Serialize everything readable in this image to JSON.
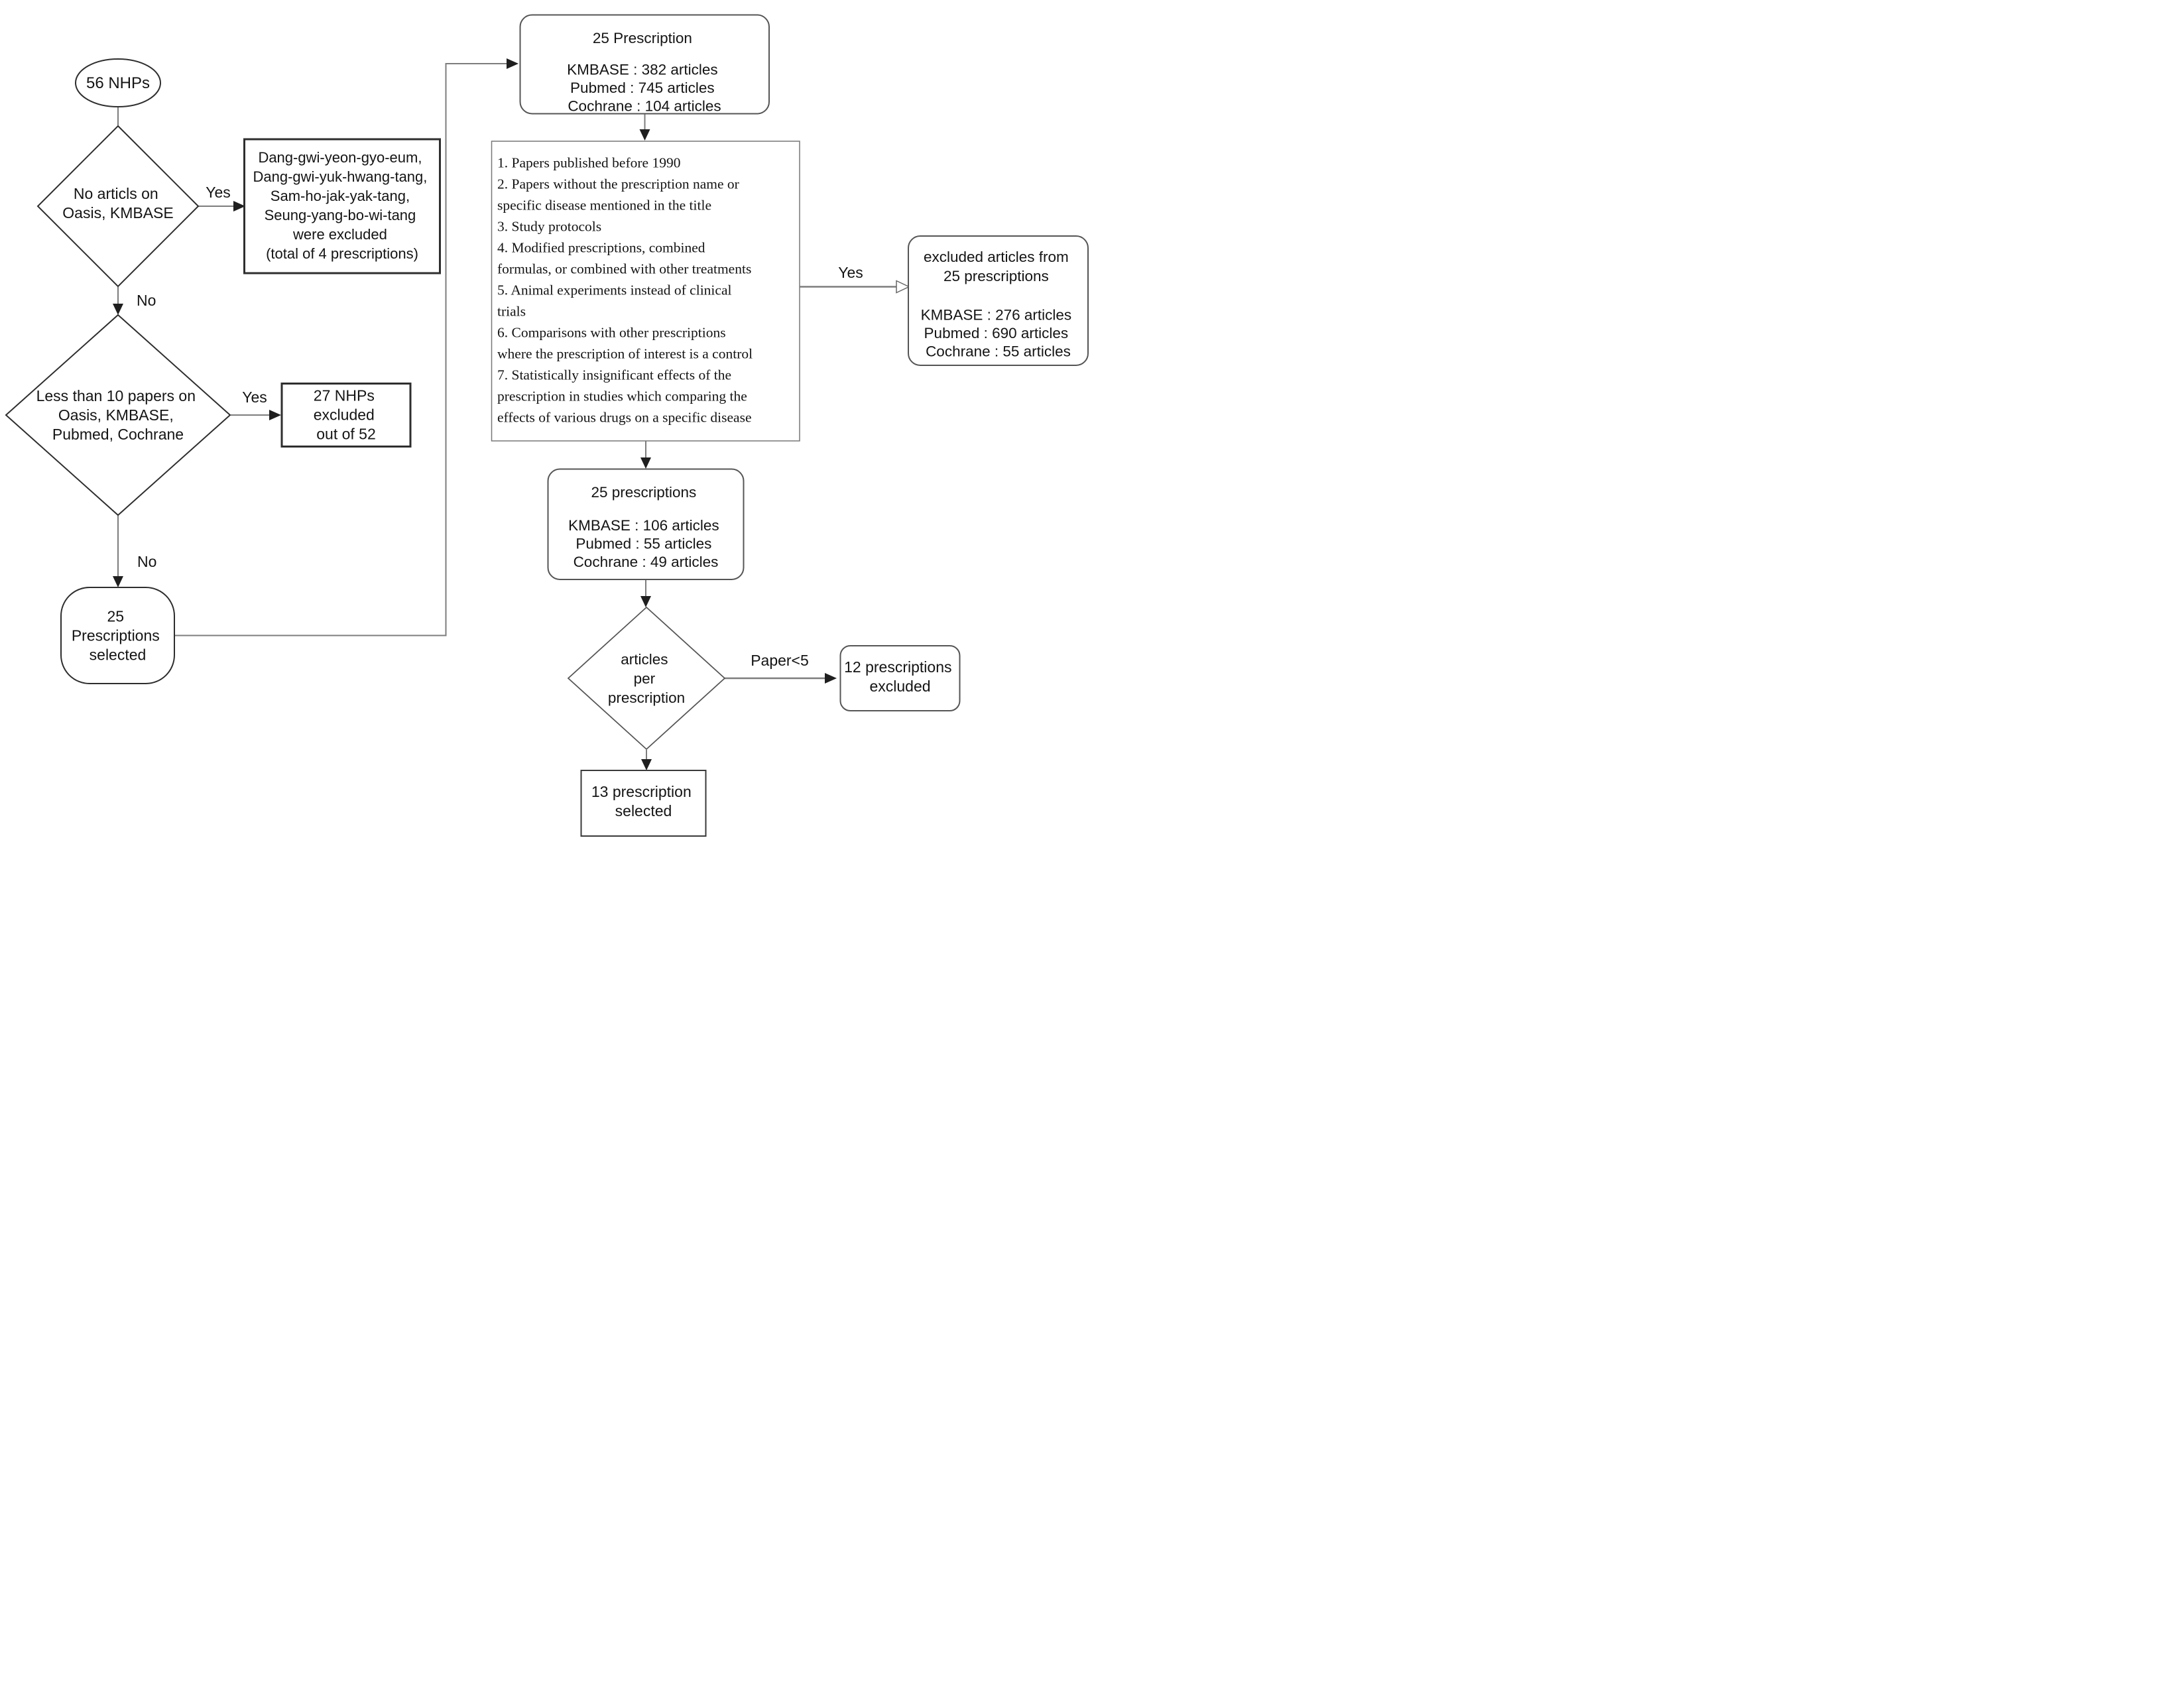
{
  "figure": {
    "type": "flowchart",
    "background": "#ffffff",
    "colors": {
      "shape_border_dark": "#2e2e2e",
      "rounded_border": "#555555",
      "criteria_border": "#777777",
      "connector": "#7d7d7d",
      "arrowhead": "#1f1f1f",
      "text": "#141414"
    }
  },
  "nodes": {
    "start": {
      "shape": "ellipse",
      "label": "56 NHPs"
    },
    "d1": {
      "shape": "diamond",
      "lines": [
        "No articls on",
        "Oasis, KMBASE"
      ]
    },
    "dang": {
      "shape": "rect",
      "lines": [
        "Dang-gwi-yeon-gyo-eum,",
        "Dang-gwi-yuk-hwang-tang,",
        "Sam-ho-jak-yak-tang,",
        "Seung-yang-bo-wi-tang",
        "were excluded",
        "(total of 4 prescriptions)"
      ]
    },
    "d2": {
      "shape": "diamond",
      "lines": [
        "Less than 10 papers on",
        "Oasis, KMBASE,",
        "Pubmed, Cochrane"
      ]
    },
    "n27": {
      "shape": "rect",
      "lines": [
        "27 NHPs",
        "excluded",
        "out of 52"
      ]
    },
    "stadium": {
      "shape": "stadium",
      "lines": [
        "25",
        "Prescriptions",
        "selected"
      ]
    },
    "box1": {
      "shape": "rounded-rect",
      "title": "25 Prescription",
      "lines": [
        "KMBASE : 382 articles",
        "Pubmed : 745 articles",
        "Cochrane : 104 articles"
      ]
    },
    "criteria": {
      "shape": "rect",
      "lines": [
        "1. Papers published before 1990",
        "2. Papers without the prescription name or",
        "specific disease mentioned in the title",
        "3. Study protocols",
        "4. Modified prescriptions, combined",
        "formulas, or combined with other treatments",
        "5. Animal experiments instead of clinical",
        "trials",
        "6. Comparisons with other prescriptions",
        "where the prescription of interest is a control",
        "7. Statistically insignificant effects of the",
        "prescription in studies which comparing the",
        "effects of various drugs on a specific disease"
      ]
    },
    "excl": {
      "shape": "rounded-rect",
      "lines": [
        "excluded articles from",
        "25 prescriptions"
      ],
      "counts": [
        "KMBASE : 276 articles",
        "Pubmed : 690 articles",
        "Cochrane : 55 articles"
      ]
    },
    "box2": {
      "shape": "rounded-rect",
      "title": "25 prescriptions",
      "lines": [
        "KMBASE : 106 articles",
        "Pubmed : 55 articles",
        "Cochrane : 49 articles"
      ]
    },
    "d3": {
      "shape": "diamond",
      "lines": [
        "articles",
        "per",
        "prescription"
      ]
    },
    "r12": {
      "shape": "rounded-rect",
      "lines": [
        "12 prescriptions",
        "excluded"
      ]
    },
    "r13": {
      "shape": "rect",
      "lines": [
        "13 prescription",
        "selected"
      ]
    }
  },
  "edges": {
    "yes1": {
      "label": "Yes"
    },
    "no1": {
      "label": "No"
    },
    "yes2": {
      "label": "Yes"
    },
    "no2": {
      "label": "No"
    },
    "yes3": {
      "label": "Yes"
    },
    "paper5": {
      "label": "Paper<5"
    }
  }
}
